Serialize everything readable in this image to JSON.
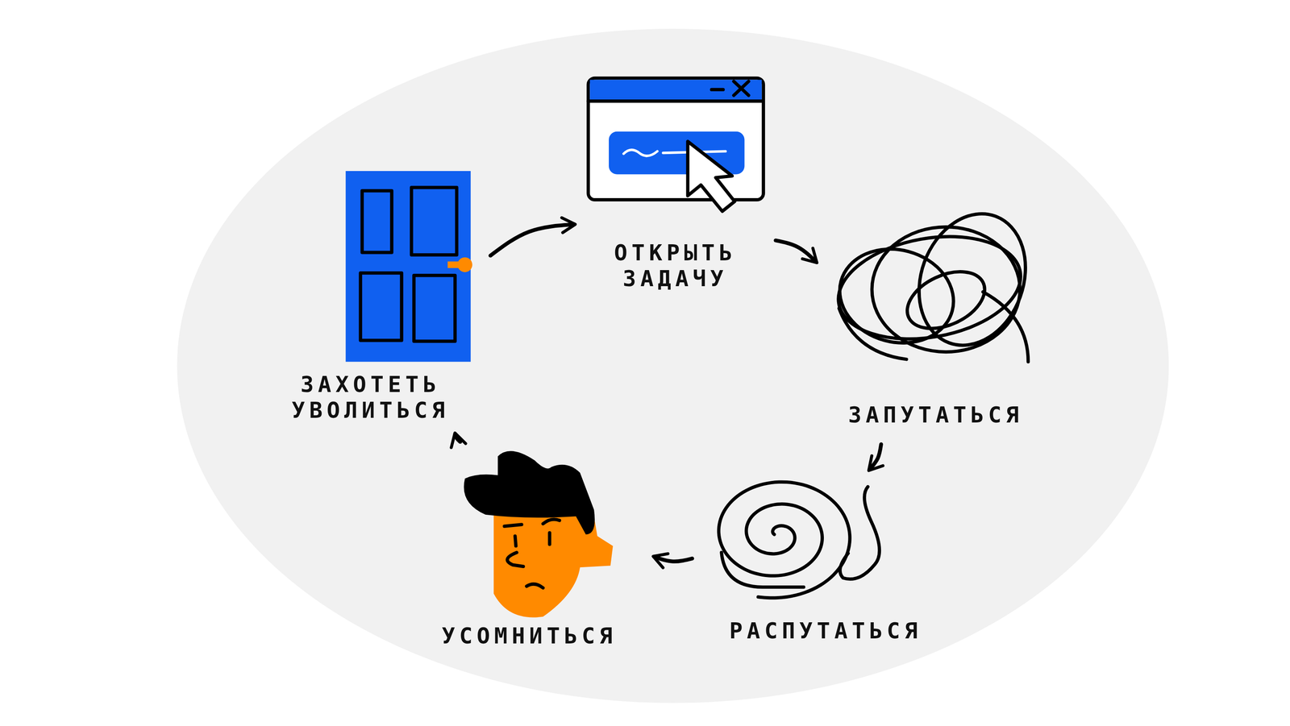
{
  "diagram": {
    "nodes": [
      {
        "text": [
          "ЗАХОТЕТЬ УВОЛИТЬСЯ"
        ]
      },
      {
        "text": [
          "ОТКРЫТЬ ЗАДАЧУ"
        ]
      },
      {
        "text": [
          "ЗАПУТАТЬСЯ"
        ]
      },
      {
        "text": [
          "РАСПУТАТЬСЯ"
        ]
      },
      {
        "text": [
          "УСОМНИТЬСЯ"
        ]
      }
    ],
    "edges": [
      {
        "from": 0,
        "to": 1,
        "arrow": "to"
      },
      {
        "from": 1,
        "to": 2,
        "arrow": "to"
      },
      {
        "from": 2,
        "to": 3,
        "arrow": "to"
      },
      {
        "from": 3,
        "to": 4,
        "arrow": "to"
      },
      {
        "from": 4,
        "to": 0,
        "arrow": "to"
      }
    ]
  }
}
